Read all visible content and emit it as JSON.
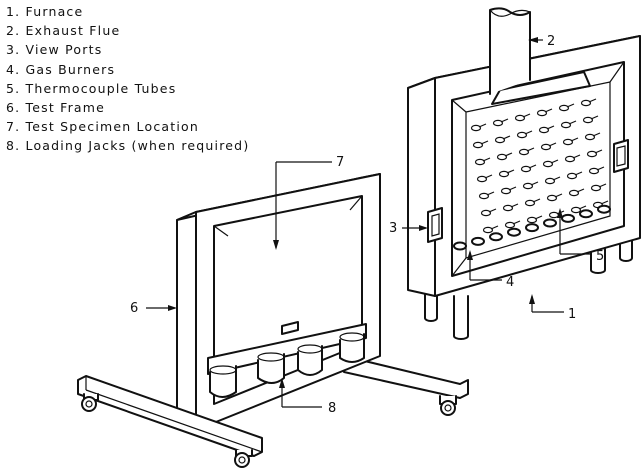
{
  "legend": {
    "items": [
      "1. Furnace",
      "2. Exhaust Flue",
      "3. View Ports",
      "4. Gas Burners",
      "5. Thermocouple Tubes",
      "6. Test Frame",
      "7. Test Specimen Location",
      "8. Loading Jacks (when required)"
    ]
  },
  "callouts": {
    "n1": "1",
    "n2": "2",
    "n3": "3",
    "n4": "4",
    "n5": "5",
    "n6": "6",
    "n7": "7",
    "n8": "8"
  }
}
